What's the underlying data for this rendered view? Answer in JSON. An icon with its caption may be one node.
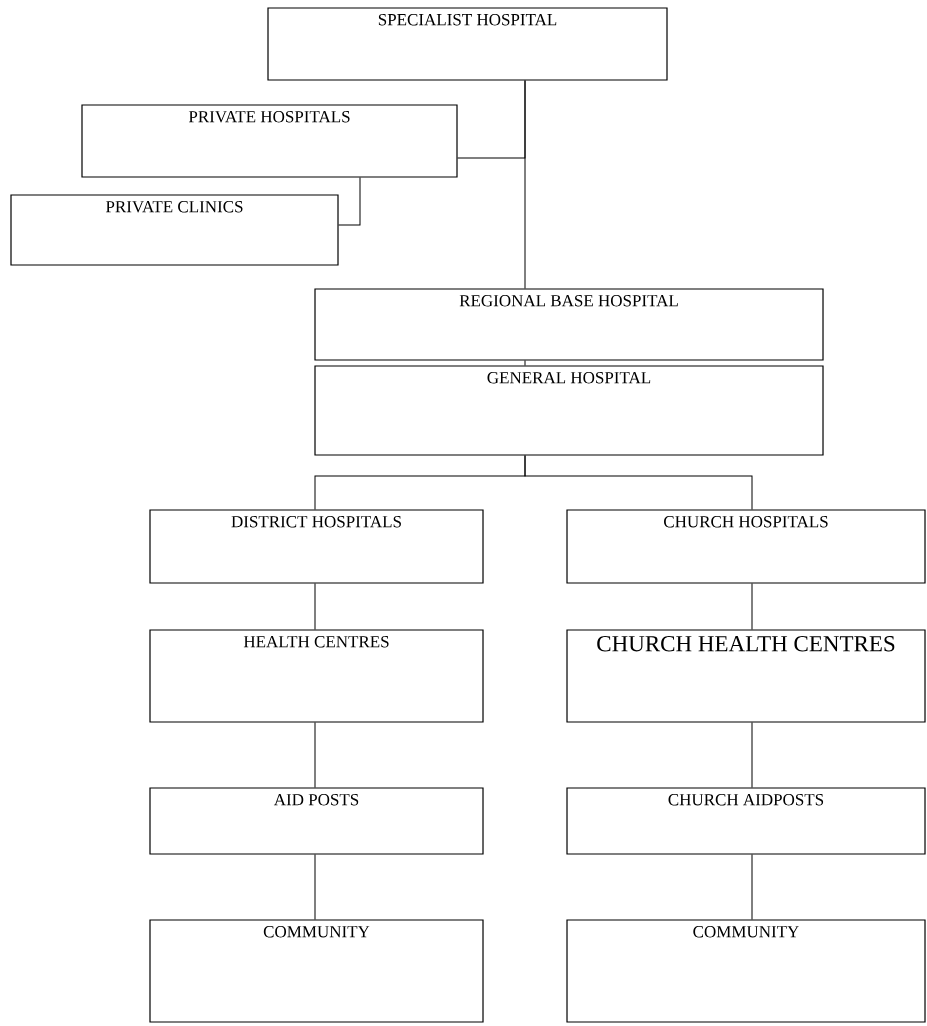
{
  "diagram": {
    "nodes": [
      {
        "text": [
          "SPECIALIST HOSPITAL"
        ]
      },
      {
        "text": [
          "PRIVATE HOSPITALS"
        ]
      },
      {
        "text": [
          "PRIVATE CLINICS"
        ]
      },
      {
        "text": [
          "REGIONAL BASE HOSPITAL"
        ]
      },
      {
        "text": [
          "GENERAL HOSPITAL"
        ]
      },
      {
        "text": [
          "DISTRICT HOSPITALS"
        ]
      },
      {
        "text": [
          "CHURCH HOSPITALS"
        ]
      },
      {
        "text": [
          "HEALTH CENTRES"
        ]
      },
      {
        "text": [
          "CHURCH HEALTH CENTRES"
        ]
      },
      {
        "text": [
          "AID POSTS"
        ]
      },
      {
        "text": [
          "CHURCH AIDPOSTS"
        ]
      },
      {
        "text": [
          "COMMUNITY"
        ]
      },
      {
        "text": [
          "COMMUNITY"
        ]
      }
    ],
    "edges": [
      {
        "from": 0,
        "to": 3,
        "arrow": "none"
      },
      {
        "from": 1,
        "to": 0,
        "arrow": "none"
      },
      {
        "from": 1,
        "to": 2,
        "arrow": "none"
      },
      {
        "from": 3,
        "to": 4,
        "arrow": "none"
      },
      {
        "from": 4,
        "to": 5,
        "arrow": "none"
      },
      {
        "from": 4,
        "to": 6,
        "arrow": "none"
      },
      {
        "from": 5,
        "to": 7,
        "arrow": "none"
      },
      {
        "from": 7,
        "to": 9,
        "arrow": "none"
      },
      {
        "from": 9,
        "to": 11,
        "arrow": "none"
      },
      {
        "from": 6,
        "to": 8,
        "arrow": "none"
      },
      {
        "from": 8,
        "to": 10,
        "arrow": "none"
      },
      {
        "from": 10,
        "to": 12,
        "arrow": "none"
      }
    ]
  }
}
